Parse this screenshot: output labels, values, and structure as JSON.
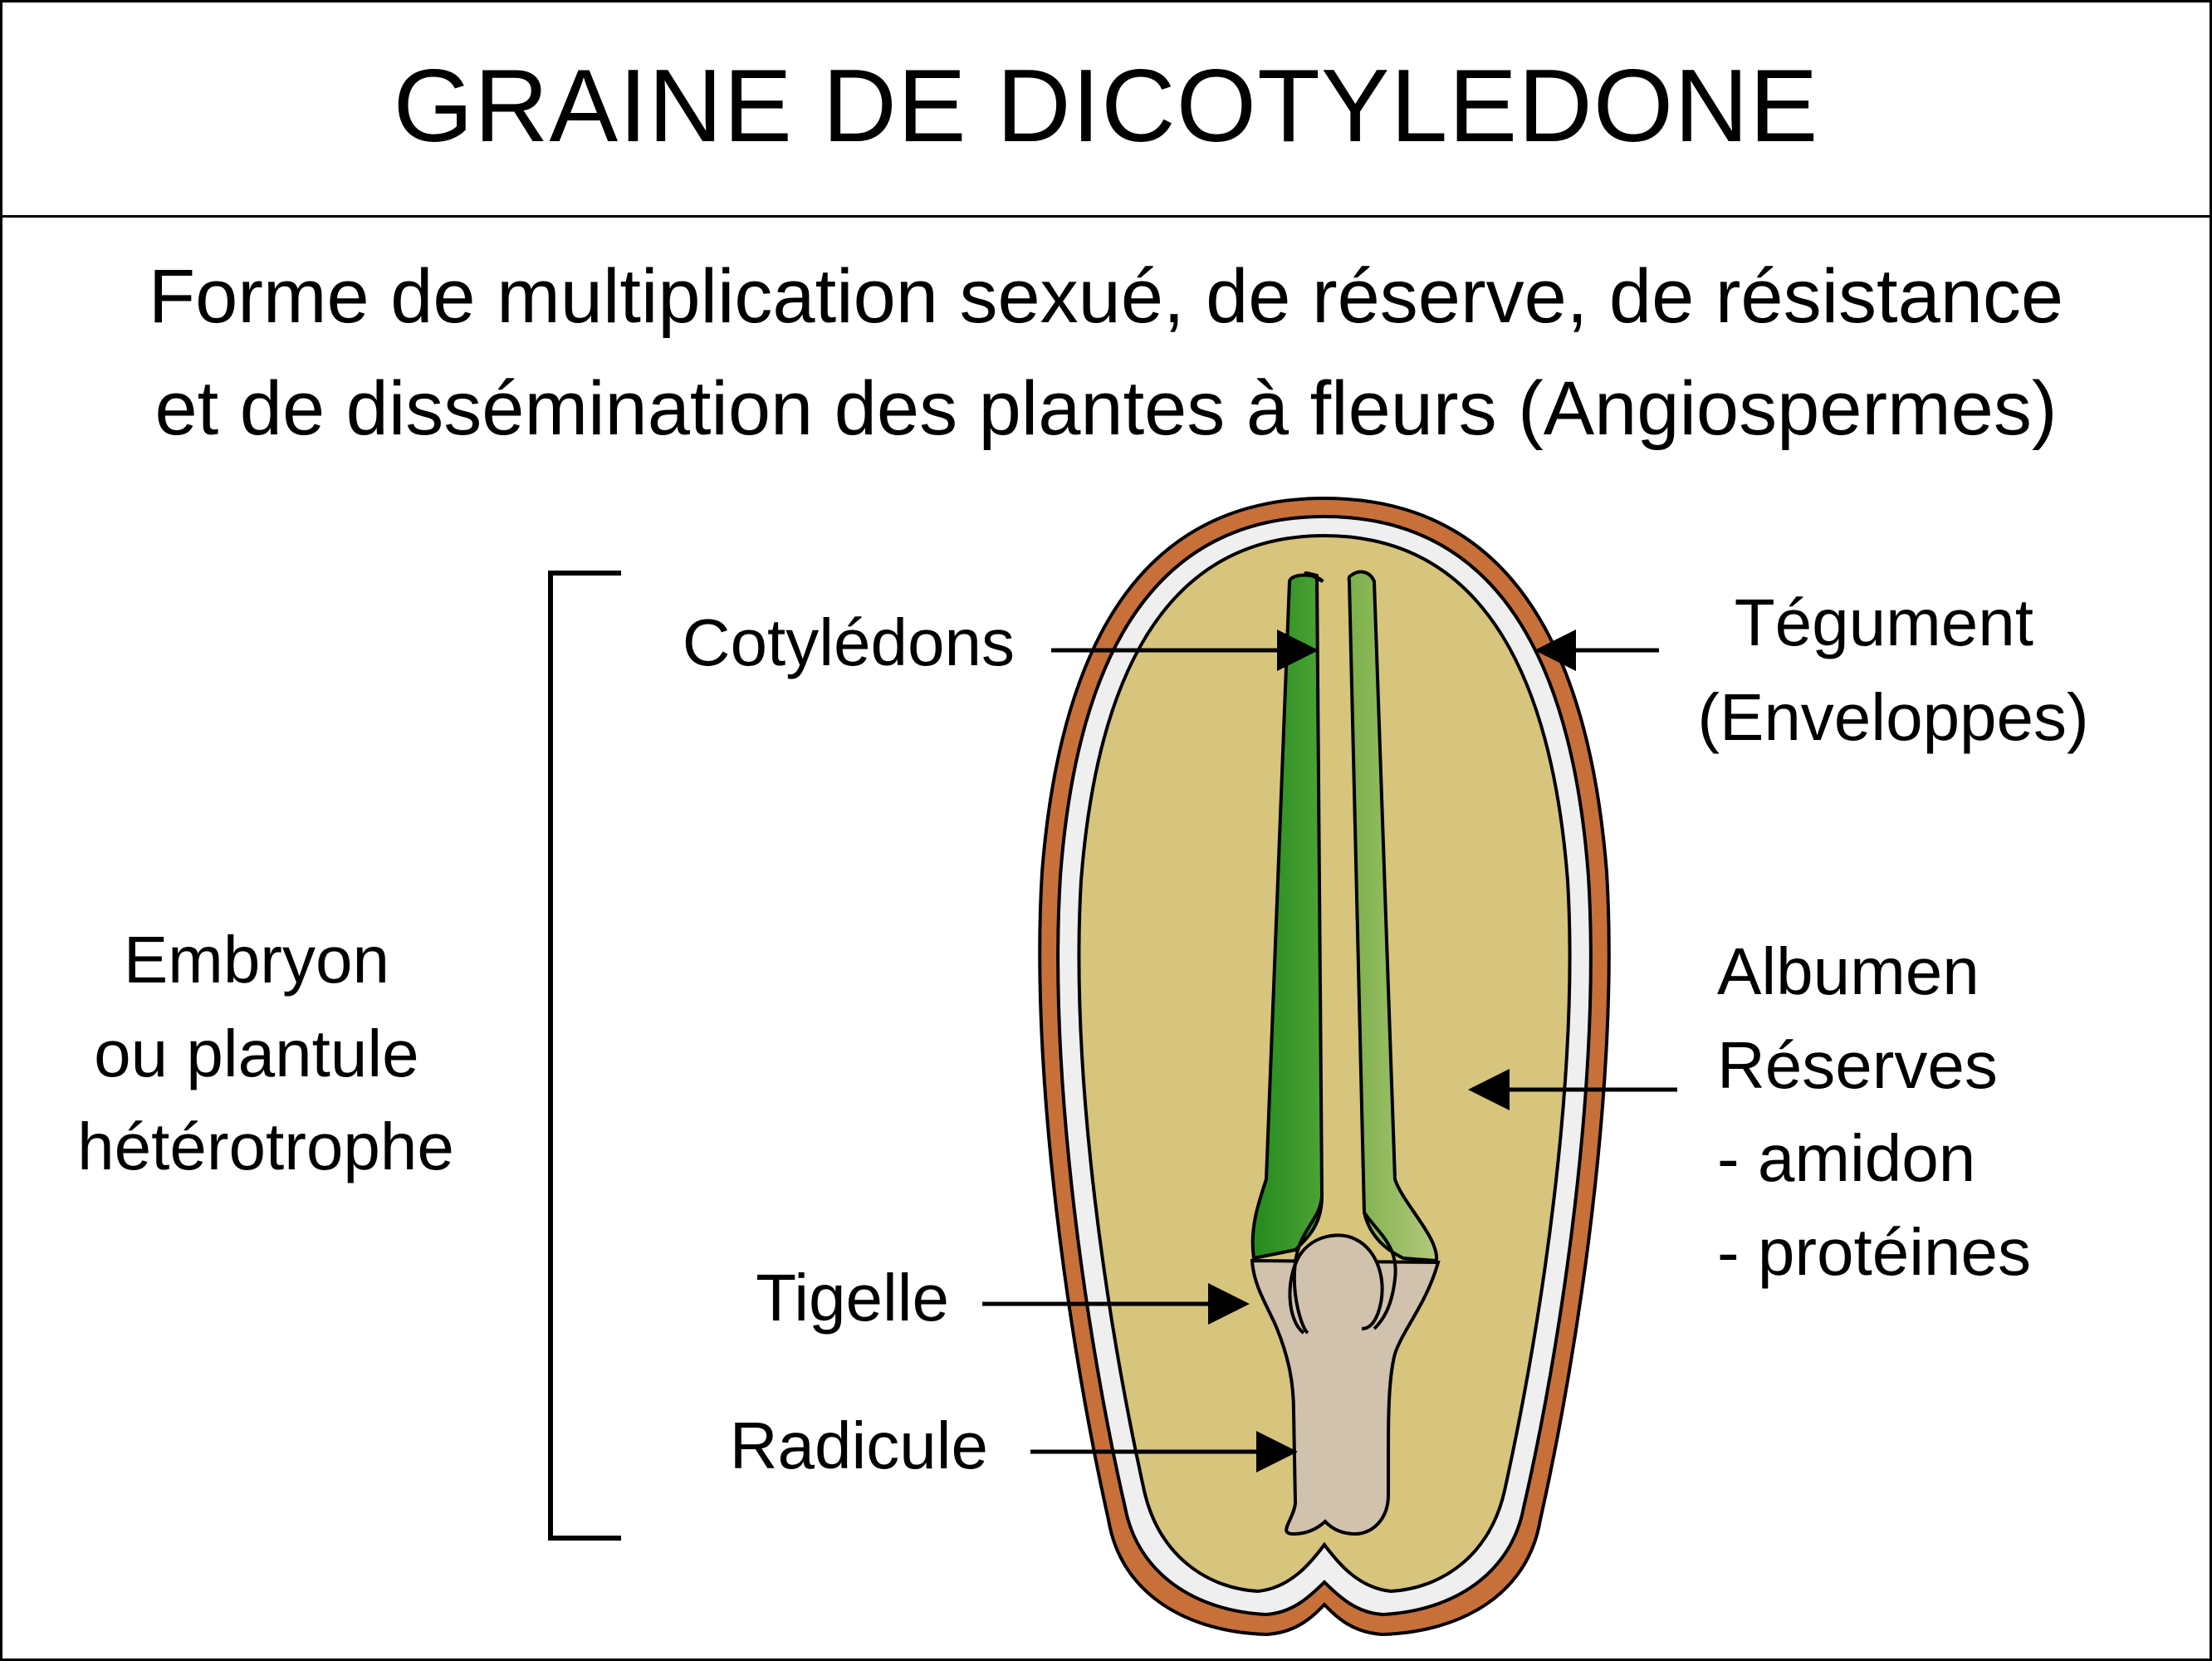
{
  "title": "GRAINE DE DICOTYLEDONE",
  "subtitle": {
    "line1": "Forme de multiplication sexué, de réserve, de résistance",
    "line2": "et de dissémination des plantes à fleurs (Angiospermes)"
  },
  "labels": {
    "cotyledons": "Cotylédons",
    "tegument": [
      "Tégument",
      "(Enveloppes)"
    ],
    "albumen": [
      "Albumen",
      "Réserves",
      "- amidon",
      "- protéines"
    ],
    "embryon": [
      "Embryon",
      "ou plantule",
      "hétérotrophe"
    ],
    "tigelle": "Tigelle",
    "radicule": "Radicule"
  },
  "colors": {
    "tegument_outer": "#c8703a",
    "tegument_inner": "#efefef",
    "albumen": "#d7c47d",
    "cotyledon_left": "#2e8f22",
    "cotyledon_right": "#8fb45a",
    "embryo_axis": "#d0c2ad",
    "line": "#000000"
  }
}
